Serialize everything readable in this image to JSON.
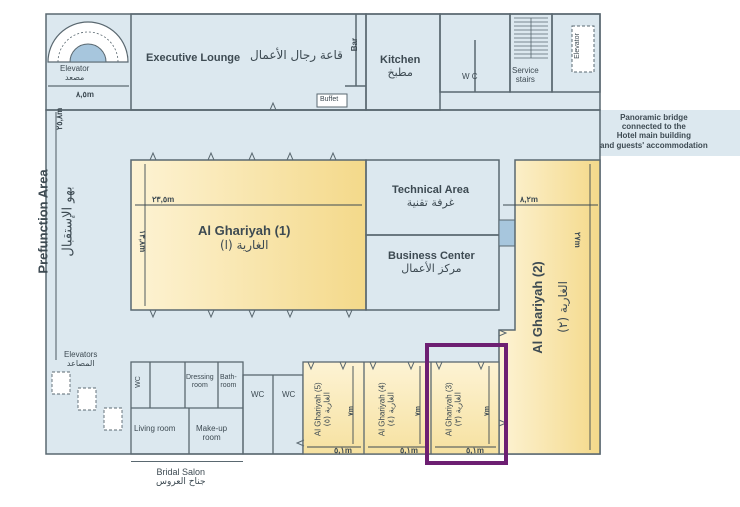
{
  "rooms": {
    "executive_lounge": {
      "en": "Executive Lounge",
      "ar": "قاعة رجال الأعمال"
    },
    "bar": "Bar",
    "buffet": "Buffet",
    "kitchen": {
      "en": "Kitchen",
      "ar": "مطبخ"
    },
    "wc_top": "W C",
    "service_stairs": "Service\nstairs",
    "elevator_right": "Elevator",
    "elevator_top": {
      "en": "Elevator",
      "ar": "مصعد"
    },
    "panoramic_bridge": "Panoramic bridge\nconnected to the\nHotel main building\nand guests' accommodation",
    "prefunction": {
      "en": "Prefunction Area",
      "ar": "بهو الإستقبال"
    },
    "ghariyah1": {
      "en": "Al Ghariyah (1)",
      "ar": "الغارية (ا)"
    },
    "technical": {
      "en": "Technical Area",
      "ar": "غرفة تقنية"
    },
    "business": {
      "en": "Business Center",
      "ar": "مركز الأعمال"
    },
    "ghariyah2": {
      "en": "Al Ghariyah (2)",
      "ar": "الغارية (٢)"
    },
    "elevators_left": {
      "en": "Elevators",
      "ar": "المصاعد"
    },
    "wc_a": "WC",
    "dressing_room": "Dressing\nroom",
    "bath_room": "Bath-\nroom",
    "living_room": "Living room",
    "makeup_room": "Make-up\nroom",
    "wc_b": "WC",
    "wc_c": "WC",
    "ghariyah5": {
      "en": "Al Ghariyah (5)",
      "ar": "الغارية (٥)"
    },
    "ghariyah4": {
      "en": "Al Ghariyah (4)",
      "ar": "الغارية (٤)"
    },
    "ghariyah3": {
      "en": "Al Ghariyah (3)",
      "ar": "الغارية (٣)"
    },
    "bridal_salon": {
      "en": "Bridal Salon",
      "ar": "جناح العروس"
    }
  },
  "dimensions": {
    "top_left_width": "٨,٥m",
    "left_height": "٢٥,٨m",
    "g1_width": "٢٣,٥m",
    "g1_height": "١٣,٨m",
    "g2_width": "٨,٢m",
    "g2_height": "٢٧m",
    "small_height": "٧m",
    "g5_width": "٥,١m",
    "g4_width": "٥,١m",
    "g3_width": "٥,١m"
  },
  "colors": {
    "floor": "#dce8ef",
    "wall": "#5a6870",
    "hall": "#fbeec3",
    "hall_dark": "#f5dc8e",
    "highlight": "#6d1f72",
    "elevator_blue": "#a7c6dd",
    "text": "#3d4a52"
  },
  "highlighted_room": "Al Ghariyah (3)"
}
